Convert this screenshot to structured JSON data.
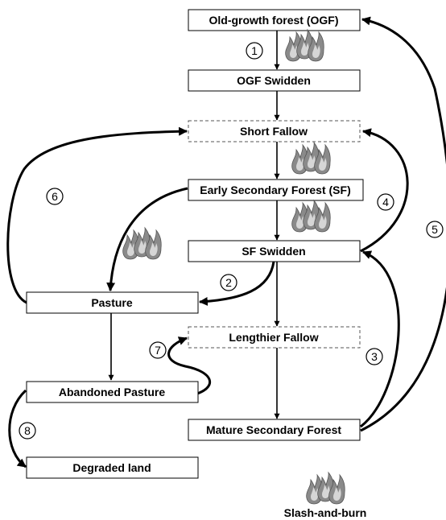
{
  "nodes": {
    "ogf": "Old-growth forest (OGF)",
    "ogf_swidden": "OGF Swidden",
    "short_fallow": "Short Fallow",
    "early_sf": "Early Secondary Forest (SF)",
    "sf_swidden": "SF Swidden",
    "pasture": "Pasture",
    "lengthier_fallow": "Lengthier Fallow",
    "abandoned_pasture": "Abandoned Pasture",
    "mature_sf": "Mature Secondary Forest",
    "degraded_land": "Degraded land"
  },
  "pathway_numbers": {
    "p1": "1",
    "p2": "2",
    "p3": "3",
    "p4": "4",
    "p5": "5",
    "p6": "6",
    "p7": "7",
    "p8": "8"
  },
  "legend": {
    "label": "Slash-and-burn",
    "icon": "fire-icon"
  },
  "colors": {
    "stroke": "#000000",
    "fire_fill": "#8a8a8a",
    "fire_light": "#d6d6d6"
  }
}
